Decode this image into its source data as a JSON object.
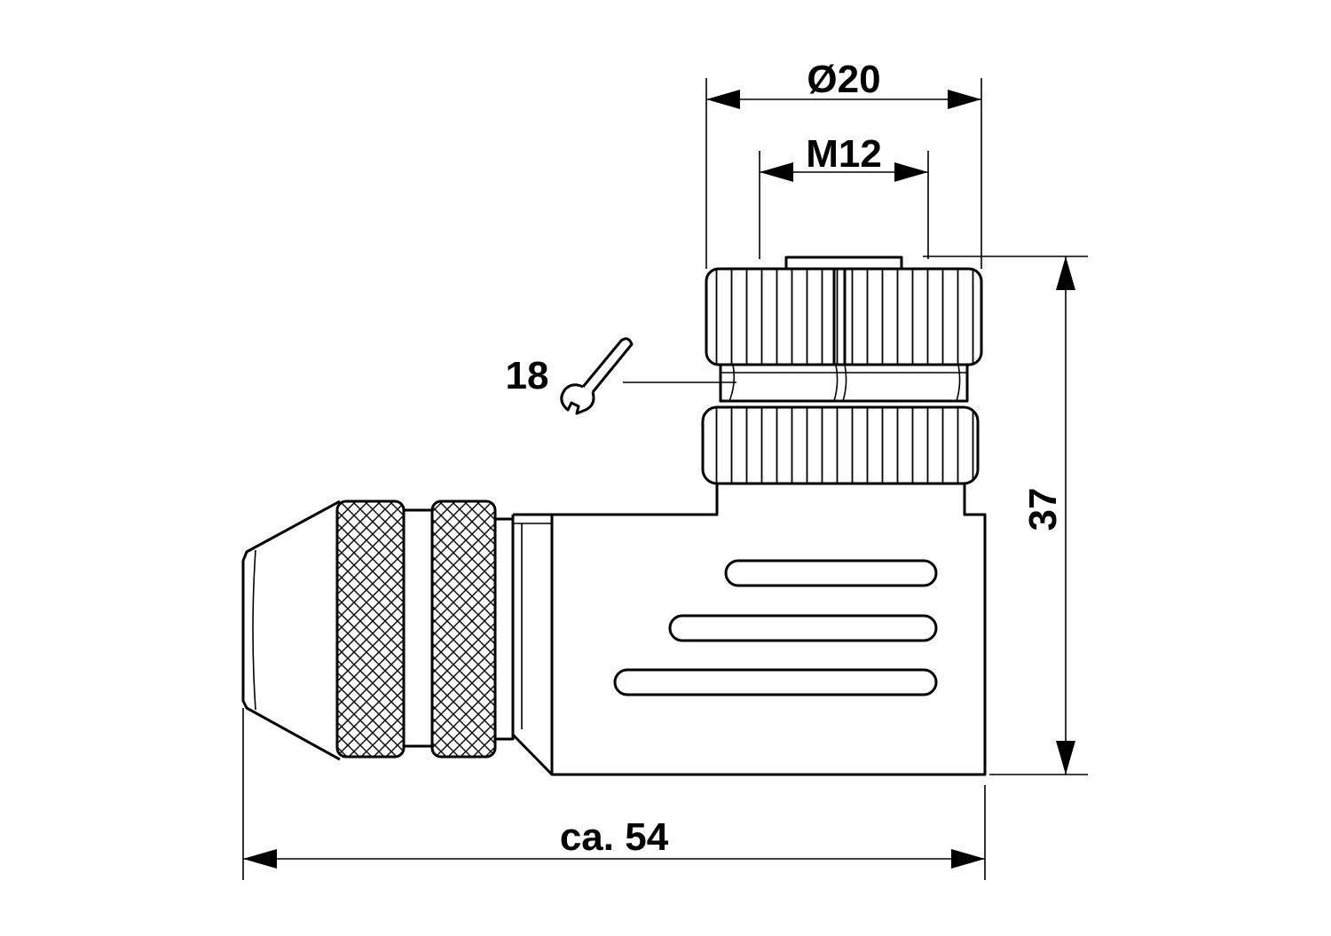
{
  "dimensions": {
    "outer_diameter": "Ø20",
    "thread": "M12",
    "wrench_size": "18",
    "height": "37",
    "length": "ca. 54"
  },
  "icons": {
    "wrench": "open-end-wrench-icon"
  },
  "colors": {
    "line": "#000000",
    "background": "#ffffff"
  }
}
